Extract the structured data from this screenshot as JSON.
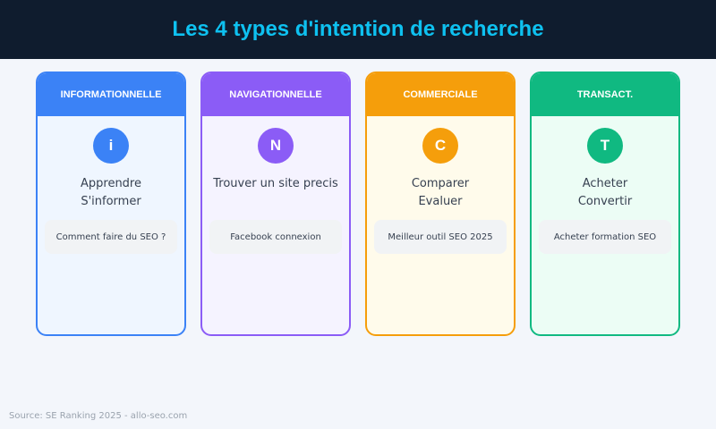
{
  "header": {
    "title": "Les 4 types d'intention de recherche"
  },
  "cards": [
    {
      "title": "INFORMATIONNELLE",
      "letter": "i",
      "line1": "Apprendre",
      "line2": "S'informer",
      "example": "Comment faire du SEO ?",
      "color": "#3b82f6",
      "bg": "#eff6ff"
    },
    {
      "title": "NAVIGATIONNELLE",
      "letter": "N",
      "line1": "Trouver un site precis",
      "line2": "",
      "example": "Facebook connexion",
      "color": "#8b5cf6",
      "bg": "#f5f3ff"
    },
    {
      "title": "COMMERCIALE",
      "letter": "C",
      "line1": "Comparer",
      "line2": "Evaluer",
      "example": "Meilleur outil SEO 2025",
      "color": "#f59e0b",
      "bg": "#fffbeb"
    },
    {
      "title": "TRANSACT.",
      "letter": "T",
      "line1": "Acheter",
      "line2": "Convertir",
      "example": "Acheter formation SEO",
      "color": "#10b981",
      "bg": "#ecfdf5"
    }
  ],
  "footer": {
    "source": "Source: SE Ranking 2025 - allo-seo.com"
  }
}
